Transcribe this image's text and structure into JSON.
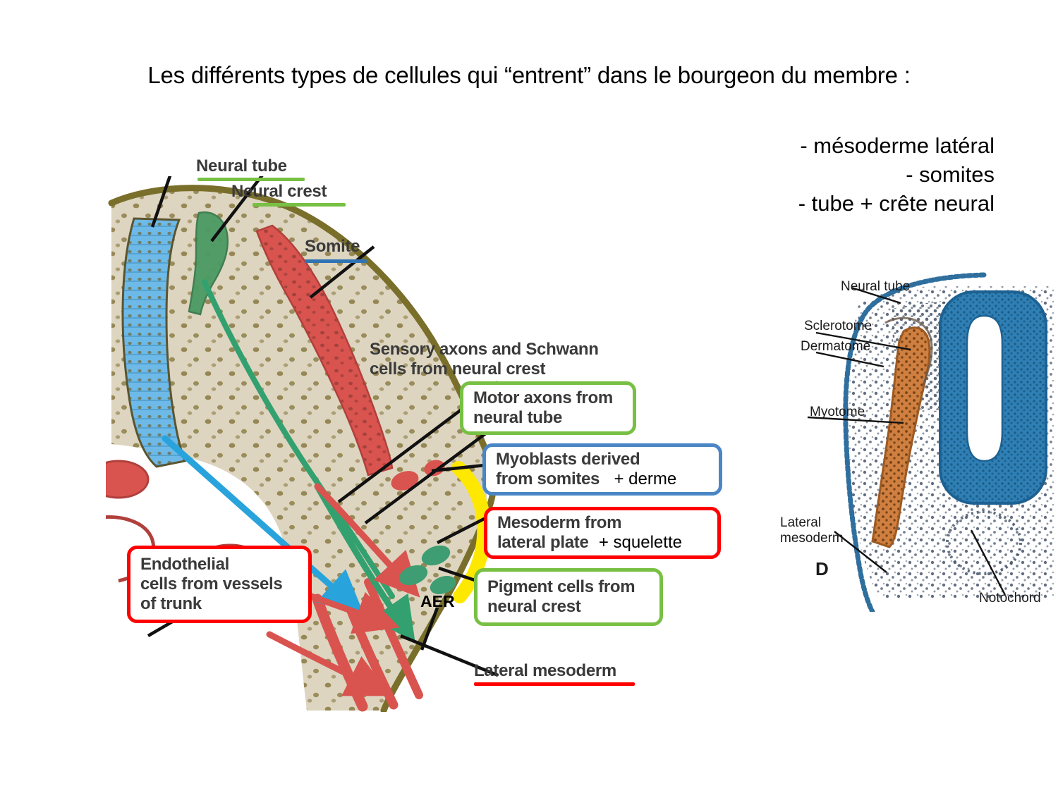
{
  "slide": {
    "title": "Les différents types de cellules qui “entrent” dans le bourgeon du membre :",
    "french_list": [
      "- mésoderme latéral",
      "- somites",
      "- tube + crête neural"
    ]
  },
  "colors": {
    "green_accent": "#78c043",
    "blue_accent": "#4a86c5",
    "red_accent": "#fe0000",
    "neural_tube_blue": "#6db9e8",
    "neural_crest_green": "#4b9b63",
    "somite_red": "#d9534f",
    "mesenchyme_tan": "#ddd5c0",
    "ectoderm_olive": "#7a6f2a",
    "aer_yellow": "#ffe800",
    "arrow_blue": "#29a3dc",
    "arrow_green": "#33a06f",
    "arrow_red": "#d9534f",
    "myotome_orange": "#cf7f3f",
    "right_tube_blue": "#2f7fb5"
  },
  "left_figure": {
    "name": "limb-bud-cell-origins-diagram",
    "labels": {
      "neural_tube": {
        "text": "Neural tube",
        "underline": "green"
      },
      "neural_crest": {
        "text": "Neural crest",
        "underline": "green"
      },
      "somite": {
        "text": "Somite",
        "underline": "blue"
      },
      "sensory_axons": {
        "line1": "Sensory axons and Schwann",
        "line2": "cells from neural crest"
      },
      "lateral_mesoderm": {
        "text": "Lateral mesoderm",
        "underline": "red"
      },
      "aer": "AER"
    },
    "callouts": [
      {
        "id": "motor-axons",
        "border": "green",
        "line1": "Motor axons from",
        "line2": "neural tube",
        "annotation": ""
      },
      {
        "id": "myoblasts",
        "border": "blue",
        "line1": "Myoblasts derived",
        "line2": "from somites",
        "annotation": "+ derme"
      },
      {
        "id": "mesoderm-lateral-plate",
        "border": "red",
        "line1": "Mesoderm from",
        "line2": "lateral plate",
        "annotation": "+ squelette"
      },
      {
        "id": "pigment-cells",
        "border": "green",
        "line1": "Pigment cells from",
        "line2": "neural crest",
        "annotation": ""
      },
      {
        "id": "endothelial-cells",
        "border": "red",
        "line1": "Endothelial",
        "line2": "cells from vessels",
        "line3": "of trunk",
        "annotation": ""
      }
    ]
  },
  "right_figure": {
    "name": "somite-cross-section-diagram",
    "panel_label": "D",
    "labels": [
      {
        "id": "neural-tube",
        "text": "Neural tube"
      },
      {
        "id": "sclerotome",
        "text": "Sclerotome"
      },
      {
        "id": "dermatome",
        "text": "Dermatome"
      },
      {
        "id": "myotome",
        "text": "Myotome"
      },
      {
        "id": "lateral-mesoderm-line1",
        "text": "Lateral"
      },
      {
        "id": "lateral-mesoderm-line2",
        "text": "mesoderm"
      },
      {
        "id": "notochord",
        "text": "Notochord"
      }
    ]
  }
}
